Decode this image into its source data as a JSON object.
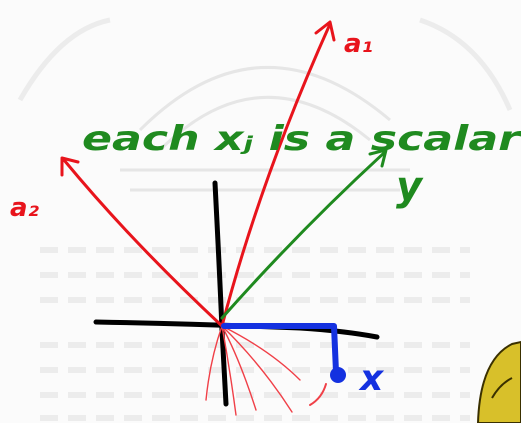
{
  "labels": {
    "a1": "a₁",
    "a2": "a₂",
    "y": "y",
    "x": "x",
    "caption": "each xⱼ is a scalar"
  },
  "colors": {
    "red_ink": "#e8141c",
    "green_ink": "#1f8a1f",
    "blue_ink": "#1431e0",
    "black_ink": "#000000",
    "watermark": "#e4e4e4",
    "character": "#d8c02a"
  }
}
